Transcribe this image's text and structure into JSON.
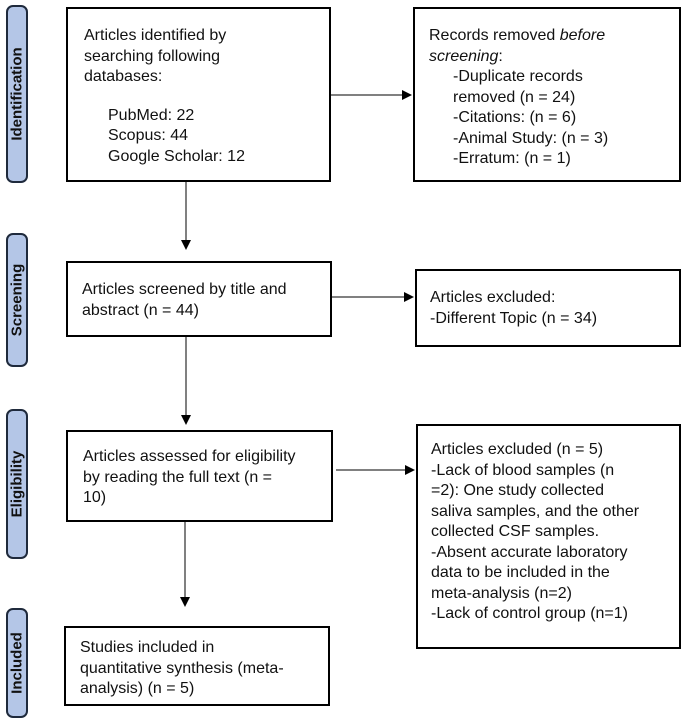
{
  "stages": {
    "identification": "Identification",
    "screening": "Screening",
    "eligibility": "Eligibility",
    "included": "Included"
  },
  "identification": {
    "intro": [
      "Articles identified by",
      "searching following",
      "databases:"
    ],
    "databases": [
      "PubMed: 22",
      "Scopus: 44",
      "Google Scholar: 12"
    ]
  },
  "removed": {
    "prefix": "Records removed ",
    "emphasis": "before",
    "emphasis2": "screening",
    "suffix": ":",
    "items": [
      "-Duplicate records",
      "removed (n = 24)",
      "-Citations: (n = 6)",
      "-Animal Study: (n = 3)",
      "-Erratum: (n = 1)"
    ]
  },
  "screening": {
    "lines": [
      "Articles screened by title and",
      "abstract (n = 44)"
    ]
  },
  "excluded_screening": {
    "lines": [
      "Articles excluded:",
      "-Different Topic (n = 34)"
    ]
  },
  "eligibility": {
    "lines": [
      "Articles assessed for eligibility",
      "by reading the full text (n =",
      "10)"
    ]
  },
  "excluded_eligibility": {
    "lines": [
      "Articles excluded (n = 5)",
      "-Lack of blood samples (n",
      "=2): One study collected",
      "saliva samples, and the other",
      "collected CSF samples.",
      "-Absent accurate laboratory",
      "data to be included in the",
      "meta-analysis (n=2)",
      "-Lack of control group (n=1)"
    ]
  },
  "included": {
    "lines": [
      "Studies included in",
      "quantitative synthesis (meta-",
      "analysis) (n = 5)"
    ]
  }
}
